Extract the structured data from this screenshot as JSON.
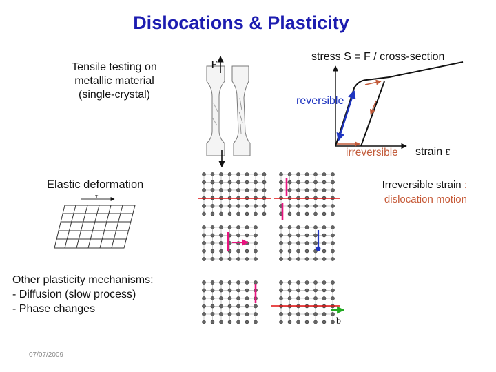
{
  "title": "Dislocations & Plasticity",
  "tensile_text": [
    "Tensile testing on",
    "metallic material",
    "(single-crystal)"
  ],
  "force_label": "F",
  "stress_label": "stress S = F / cross-section",
  "reversible_label": "reversible",
  "irreversible_label": "irreversible",
  "strain_label": "strain ε",
  "elastic_label": "Elastic deformation",
  "tau_label": "τ",
  "irreversible_strain": {
    "label": "Irreversible strain",
    "sep": " :",
    "detail": "dislocation motion"
  },
  "other_mechanisms": [
    "Other plasticity mechanisms:",
    "- Diffusion (slow process)",
    "- Phase changes"
  ],
  "burgers_label": "b",
  "date": "07/07/2009",
  "colors": {
    "title": "#1c1cb0",
    "reversible": "#1f35c0",
    "irreversible": "#c25b3a",
    "dislocation_line": "#e8147f",
    "slip_plane": "#e01010",
    "burgers": "#22aa22"
  }
}
